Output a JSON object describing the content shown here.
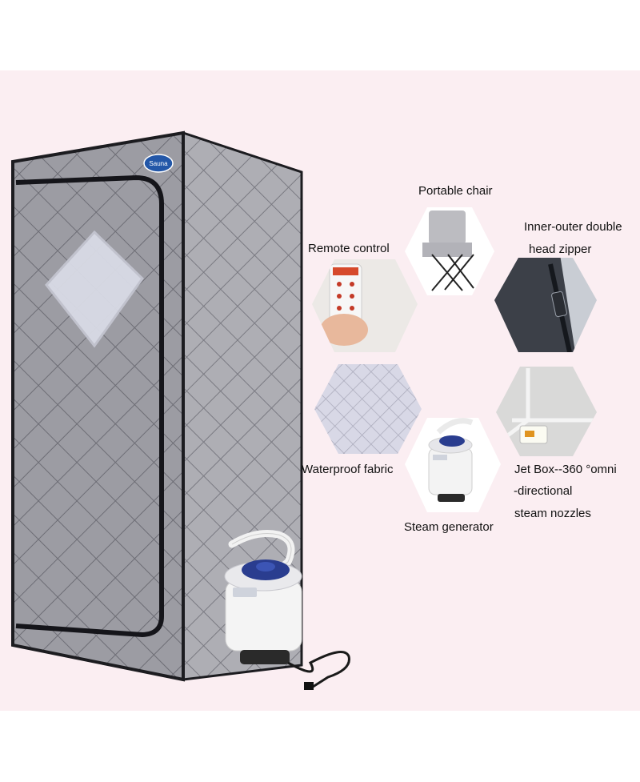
{
  "product": {
    "badge_text": "Sauna"
  },
  "features": {
    "portable_chair": "Portable chair",
    "zipper_line1": "Inner-outer double",
    "zipper_line2": "head zipper",
    "remote_control": "Remote control",
    "waterproof_fabric": "Waterproof fabric",
    "steam_generator": "Steam generator",
    "jetbox_line1": "Jet Box--360 °omni",
    "jetbox_line2": "-directional",
    "jetbox_line3": "steam nozzles"
  },
  "colors": {
    "background_band": "#fbeef2",
    "tent_fabric": "#9a9aa1",
    "tent_trim": "#1c1c20",
    "generator_body": "#f4f4f4",
    "generator_lid": "#2a3d8f",
    "badge": "#2357a8"
  },
  "icons": {
    "badge": "sauna-logo-badge",
    "chair": "folding-chair-image",
    "zipper": "zipper-image",
    "remote": "remote-control-image",
    "fabric": "quilted-fabric-image",
    "generator": "steam-generator-image",
    "nozzle": "jet-box-nozzle-image"
  }
}
